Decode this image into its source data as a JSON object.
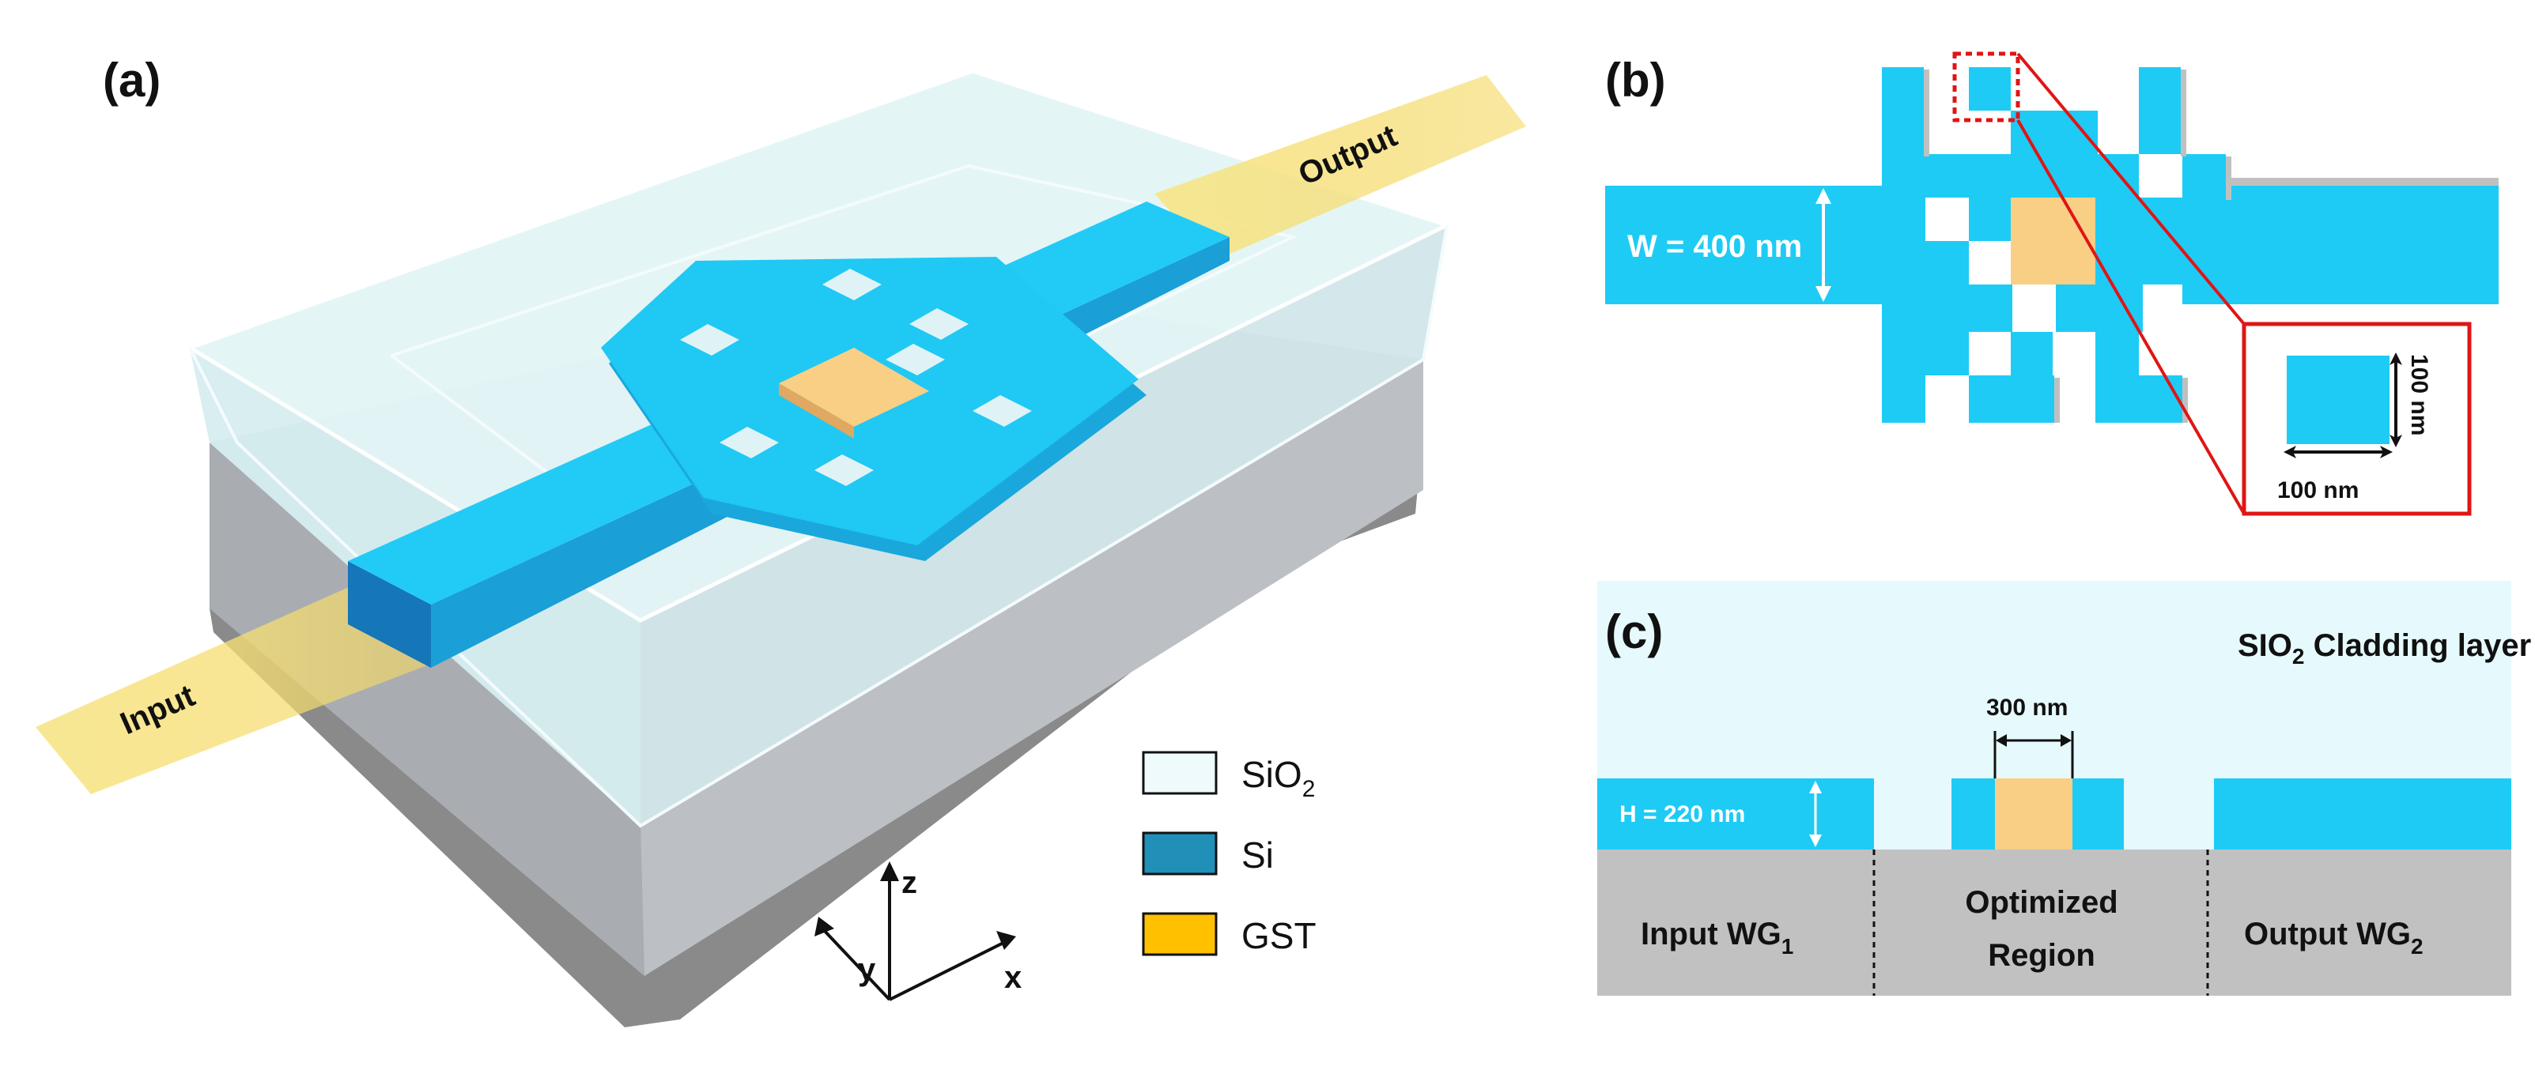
{
  "panel_a": {
    "label": "(a)",
    "input_label": "Input",
    "output_label": "Output",
    "axes": {
      "z": "z",
      "y": "y",
      "x": "x"
    },
    "legend": [
      {
        "label": "SiO",
        "sub": "2",
        "color": "#eefafb"
      },
      {
        "label": "Si",
        "sub": "",
        "color": "#2090b8"
      },
      {
        "label": "GST",
        "sub": "",
        "color": "#ffc000"
      }
    ]
  },
  "panel_b": {
    "label": "(b)",
    "width_label": "W = 400 nm",
    "pixel_height_label": "100 nm",
    "pixel_width_label": "100 nm"
  },
  "panel_c": {
    "label": "(c)",
    "cladding_main": "SIO",
    "cladding_sub": "2",
    "cladding_rest": " Cladding layer",
    "gst_width_label": "300 nm",
    "height_label": "H = 220 nm",
    "input_wg_main": "Input WG",
    "input_wg_sub": "1",
    "region_line1": "Optimized",
    "region_line2": "Region",
    "output_wg_main": "Output WG",
    "output_wg_sub": "2"
  },
  "colors": {
    "si": "#1ecbf5",
    "si_dark": "#1596c8",
    "gst": "#f8cf85",
    "glow": "#f5e27a",
    "substrate": "#c1c1c1",
    "cladding": "#e6f9fc",
    "callout": "#e01515"
  }
}
